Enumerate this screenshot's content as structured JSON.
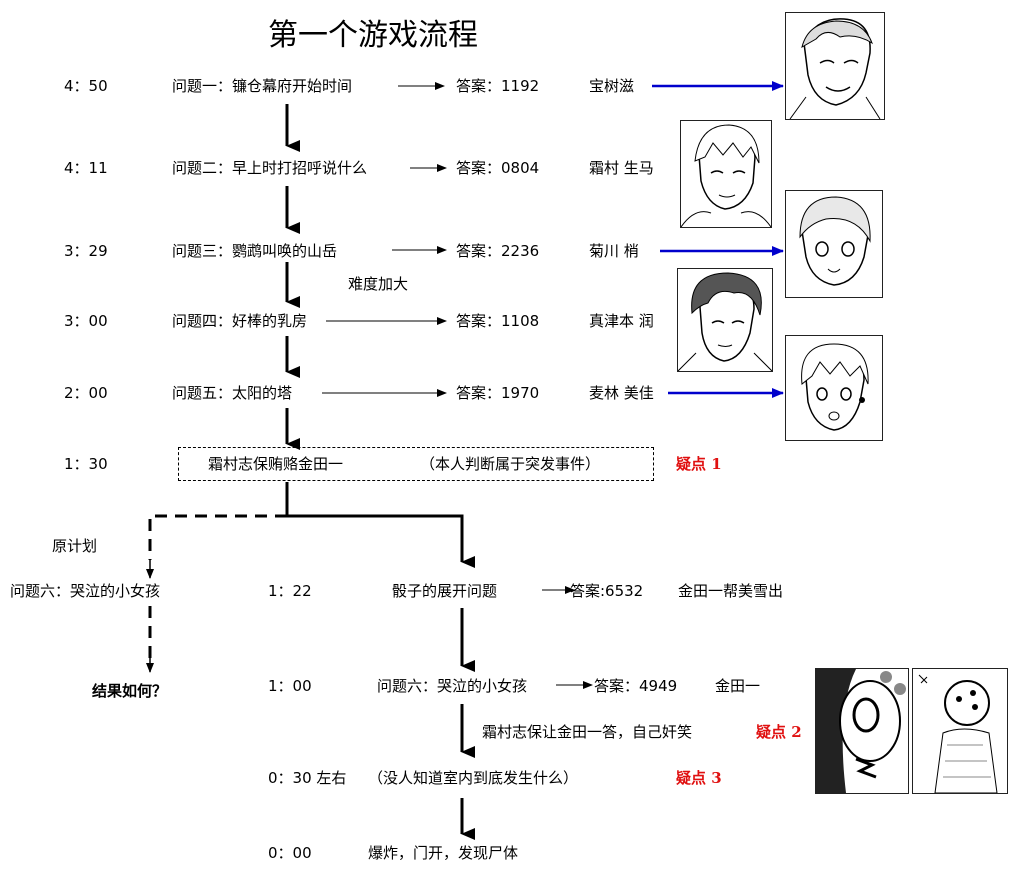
{
  "title": "第一个游戏流程",
  "rows": [
    {
      "time": "4：50",
      "question": "问题一：镰仓幕府开始时间",
      "answer": "答案：1192",
      "person": "宝树滋"
    },
    {
      "time": "4：11",
      "question": "问题二：早上时打招呼说什么",
      "answer": "答案：0804",
      "person": "霜村 生马"
    },
    {
      "time": "3：29",
      "question": "问题三：鹦鹉叫唤的山岳",
      "answer": "答案：2236",
      "person": "菊川 梢"
    },
    {
      "time": "3：00",
      "question": "问题四：好棒的乳房",
      "answer": "答案：1108",
      "person": "真津本 润"
    },
    {
      "time": "2：00",
      "question": "问题五：太阳的塔",
      "answer": "答案：1970",
      "person": "麦林 美佳"
    }
  ],
  "difficulty_note": "难度加大",
  "event_1_30": {
    "time": "1：30",
    "text": "霜村志保贿赂金田一",
    "note": "（本人判断属于突发事件）",
    "doubt": "疑点 1"
  },
  "original_plan": {
    "label": "原计划",
    "question": "问题六：哭泣的小女孩",
    "result": "结果如何？"
  },
  "actual": {
    "r122": {
      "time": "1：22",
      "question": "骰子的展开问题",
      "answer": "答案:6532",
      "person": "金田一帮美雪出"
    },
    "r100": {
      "time": "1：00",
      "question": "问题六：哭泣的小女孩",
      "answer": "答案：4949",
      "person": "金田一"
    },
    "note": "霜村志保让金田一答，自己奸笑",
    "doubt2": "疑点 2",
    "r030": {
      "time": "0：30 左右",
      "text": "（没人知道室内到底发生什么）",
      "doubt": "疑点 3"
    },
    "r000": {
      "time": "0：00",
      "text": "爆炸，门开，发现尸体"
    }
  },
  "colors": {
    "arrow_blue": "#0000cc",
    "doubt_red": "#e01010"
  }
}
